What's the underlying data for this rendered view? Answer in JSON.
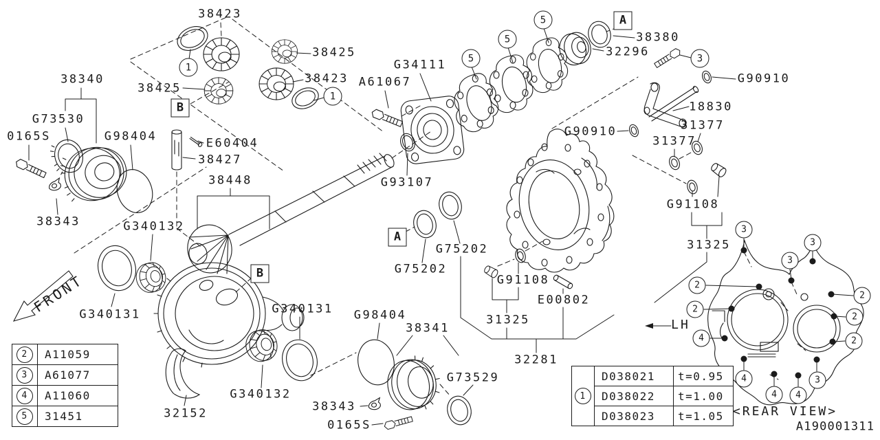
{
  "diagram": {
    "front": "FRONT",
    "lh": "LH",
    "rear_view": "<REAR VIEW>",
    "drawing_number": "A190001311"
  },
  "parts": {
    "p38423": "38423",
    "p38425": "38425",
    "p38340": "38340",
    "pG73530": "G73530",
    "p0165S": "0165S",
    "pG98404": "G98404",
    "p38343": "38343",
    "pE60404": "E60404",
    "p38427": "38427",
    "p38448": "38448",
    "pG340132": "G340132",
    "pG340131": "G340131",
    "p32152": "32152",
    "pA61067": "A61067",
    "pG34111": "G34111",
    "pG93107": "G93107",
    "p38380": "38380",
    "p32296": "32296",
    "pG90910": "G90910",
    "p18830": "18830",
    "p31377": "31377",
    "pG91108": "G91108",
    "pG75202": "G75202",
    "p31325": "31325",
    "pE00802": "E00802",
    "p32281": "32281",
    "p38341": "38341",
    "pG73529": "G73529"
  },
  "callouts": {
    "c1": "1",
    "c2": "2",
    "c3": "3",
    "c4": "4",
    "c5": "5",
    "box_a": "A",
    "box_b": "B"
  },
  "legend": {
    "rows": [
      {
        "callout": "2",
        "part": "A11059"
      },
      {
        "callout": "3",
        "part": "A61077"
      },
      {
        "callout": "4",
        "part": "A11060"
      },
      {
        "callout": "5",
        "part": "31451"
      }
    ]
  },
  "shim_table": {
    "callout": "1",
    "rows": [
      {
        "part": "D038021",
        "thickness": "t=0.95"
      },
      {
        "part": "D038022",
        "thickness": "t=1.00"
      },
      {
        "part": "D038023",
        "thickness": "t=1.05"
      }
    ]
  }
}
